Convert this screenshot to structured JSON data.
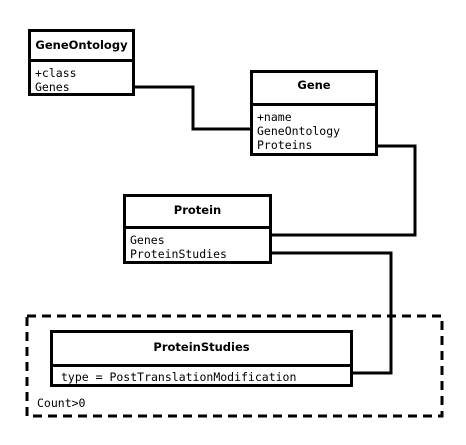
{
  "classes": {
    "gene_ontology": {
      "name": "GeneOntology",
      "attributes": [
        "+class",
        "Genes"
      ]
    },
    "gene": {
      "name": "Gene",
      "attributes": [
        "+name",
        "GeneOntology",
        "Proteins"
      ]
    },
    "protein": {
      "name": "Protein",
      "attributes": [
        "Genes",
        "ProteinStudies"
      ]
    },
    "protein_studies": {
      "name": "ProteinStudies",
      "attributes": [
        "type = PostTranslationModification"
      ]
    }
  },
  "constraint": {
    "label": "Count>0"
  }
}
